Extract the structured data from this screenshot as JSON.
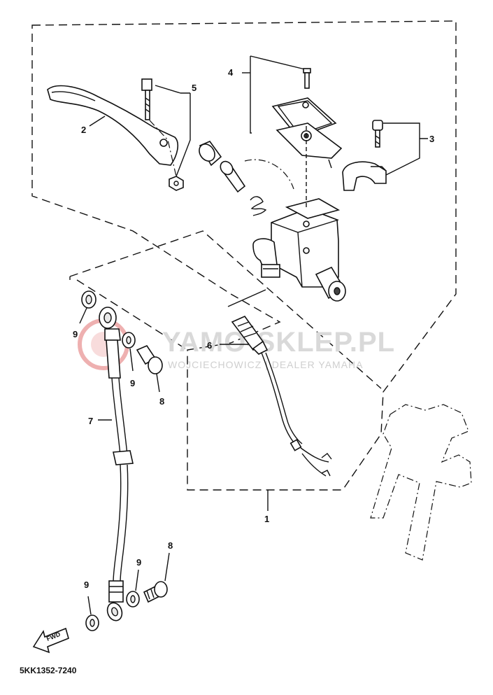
{
  "watermark": {
    "title": "YAMO-SKLEP.PL",
    "subtitle": "WOJCIECHOWICZ | DEALER YAMAHA"
  },
  "diagram_code": "5KK1352-7240",
  "fwd_label": "FWD",
  "callouts": {
    "c1": "1",
    "c2": "2",
    "c3": "3",
    "c4": "4",
    "c5": "5",
    "c6": "6",
    "c7": "7",
    "c8a": "8",
    "c8b": "8",
    "c9a": "9",
    "c9b": "9",
    "c9c": "9",
    "c9d": "9"
  },
  "colors": {
    "line": "#111111",
    "watermark_logo": "#e8a0a0",
    "watermark_text": "#d9d9d9"
  }
}
